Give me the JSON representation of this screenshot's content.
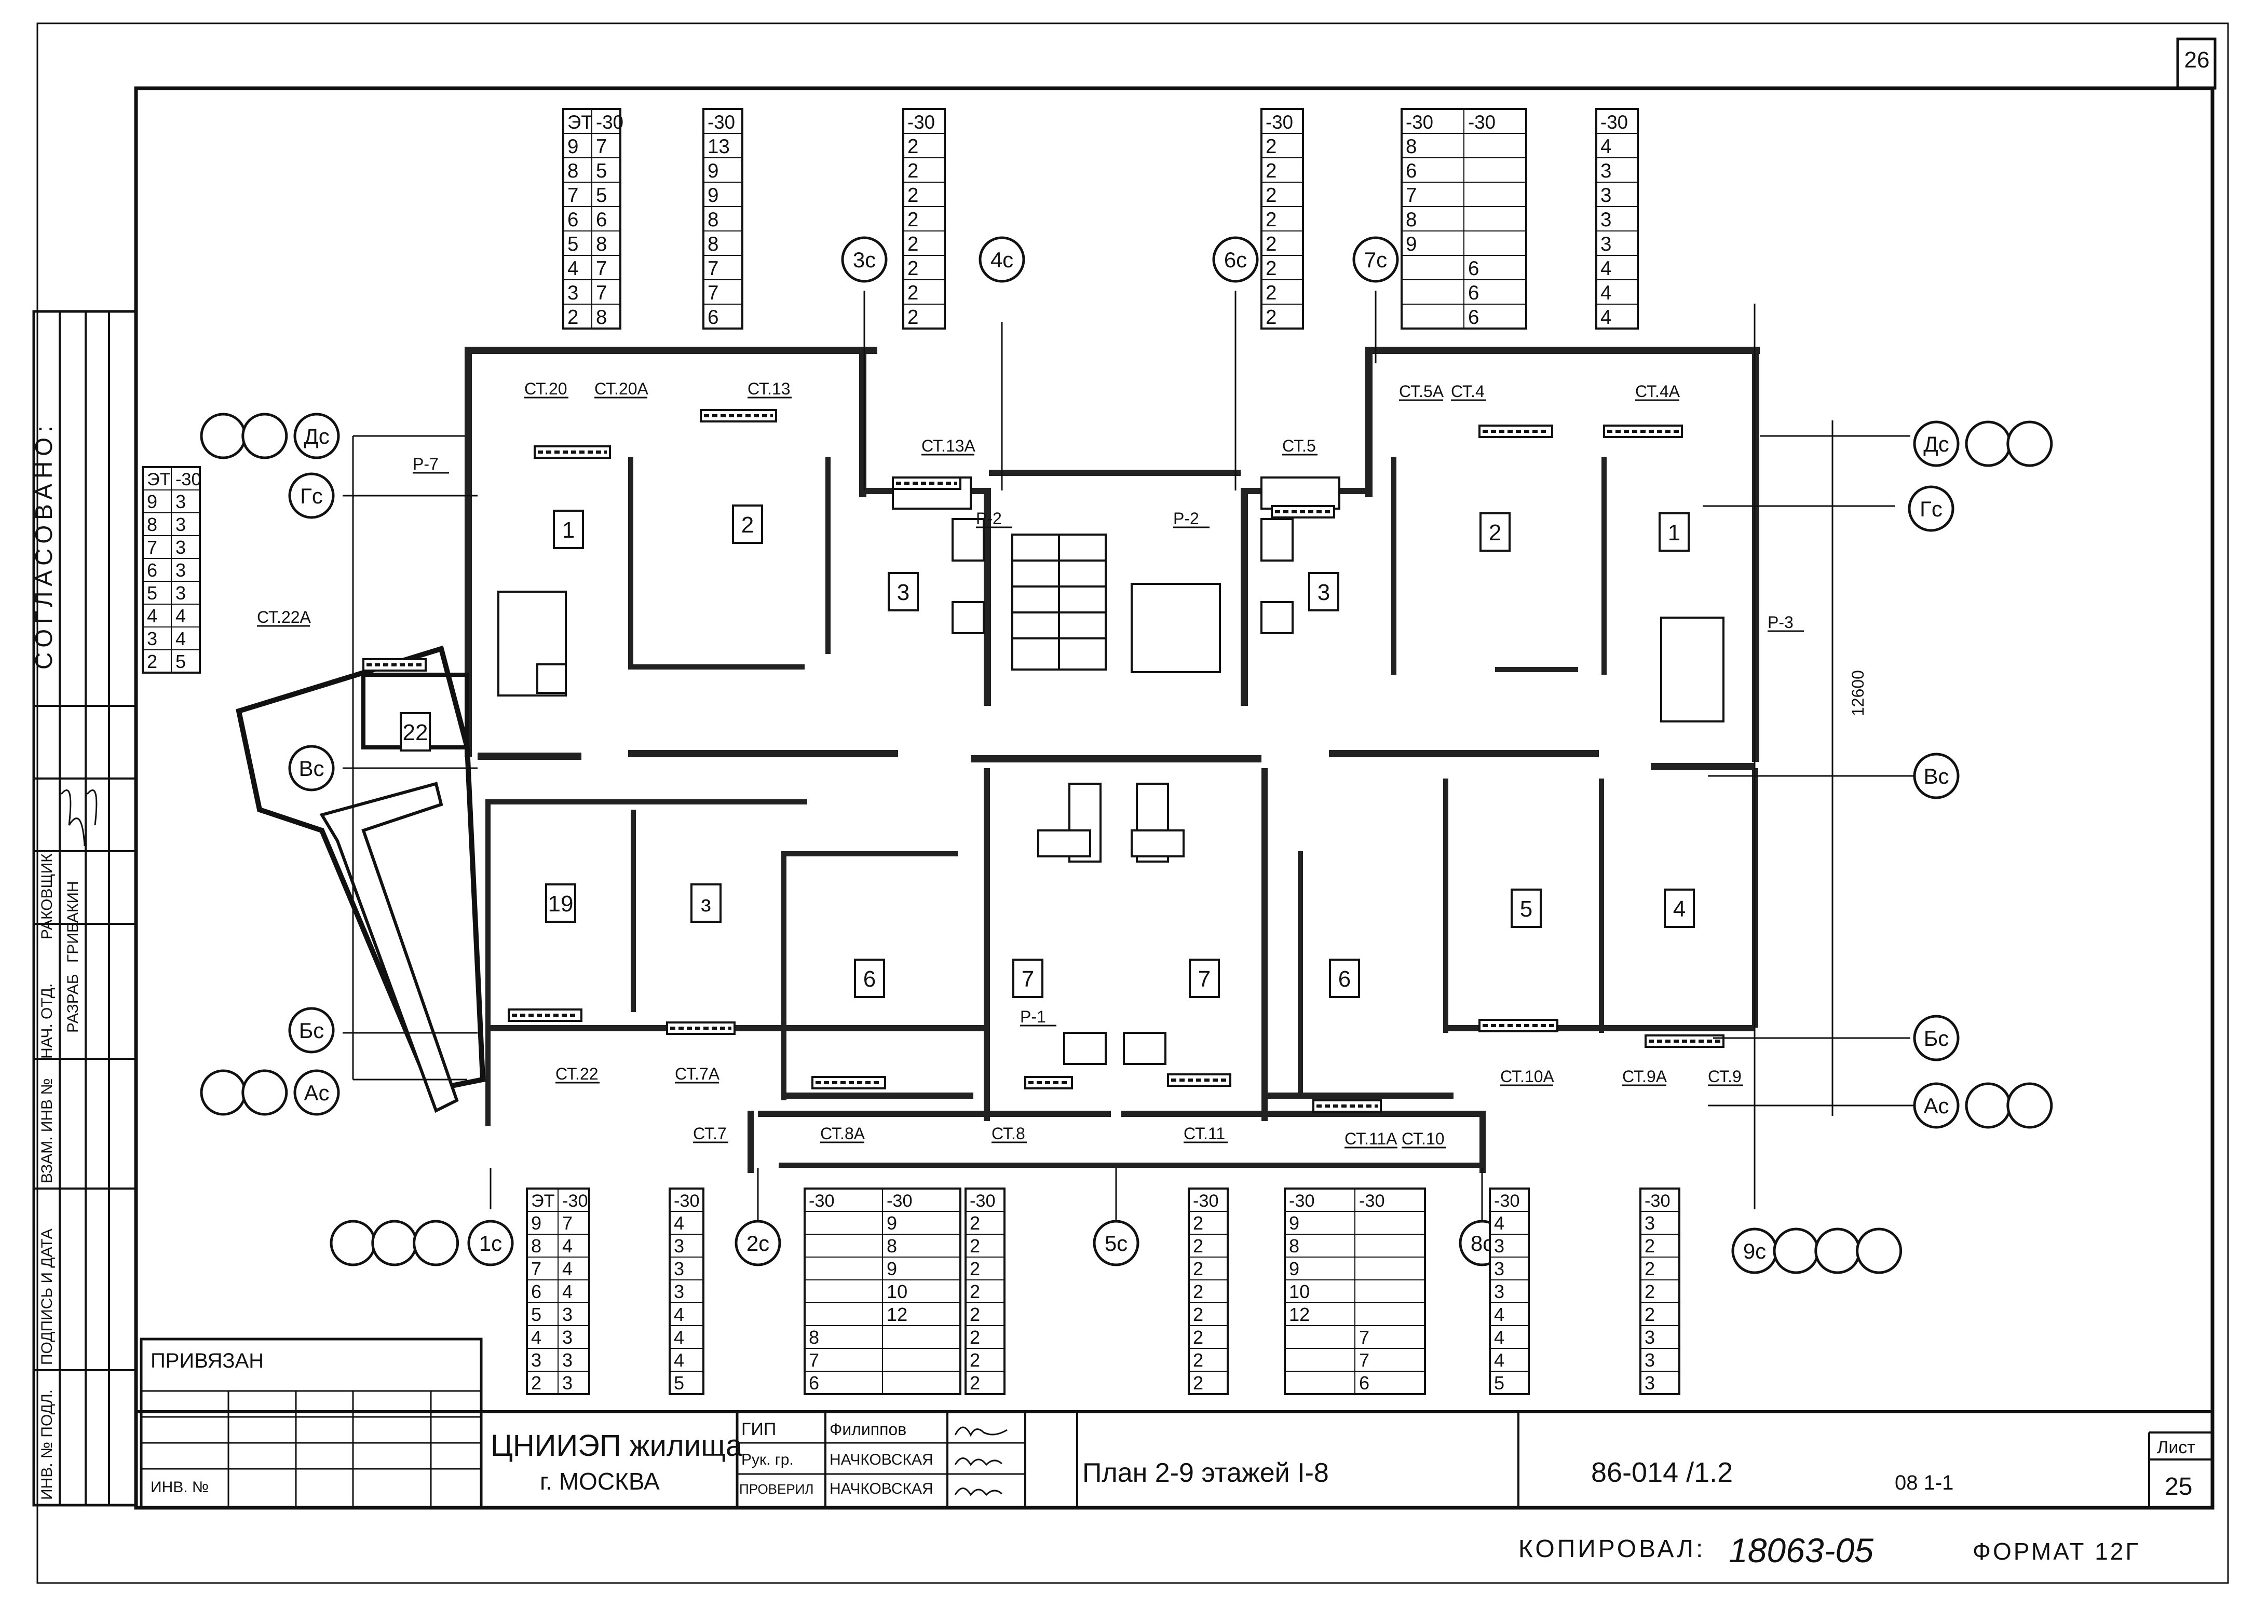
{
  "sheet": {
    "corner_number": "26",
    "approved_label": "СОГЛАСОВАНО:",
    "left_strip": {
      "nach_otd": "НАЧ. ОТД.",
      "nach_name": "РАКОВЩИК",
      "razrab": "РАЗРАБ",
      "razrab_name": "ГРИБАКИН",
      "vzam": "ВЗАМ. ИНВ №",
      "podpis": "ПОДПИСЬ И ДАТА",
      "inv_podl": "ИНВ. № ПОДЛ."
    },
    "privyazan": "ПРИВЯЗАН",
    "inv_no": "ИНВ. №"
  },
  "title_block": {
    "org": "ЦНИИЭП жилища",
    "city": "г. МОСКВА",
    "roles": [
      {
        "role": "ГИП",
        "name": "Филиппов"
      },
      {
        "role": "Рук. гр.",
        "name": "НАЧКОВСКАЯ"
      },
      {
        "role": "ПРОВЕРИЛ",
        "name": "НАЧКОВСКАЯ"
      }
    ],
    "drawing_title": "План 2-9 этажей I-8",
    "code": "86-014 /1.2",
    "sub_code": "08 1-1",
    "sheet_label": "Лист",
    "sheet_number": "25",
    "copied_label": "КОПИРОВАЛ:",
    "copied_value": "18063-05",
    "format_label": "ФОРМАТ 12Г"
  },
  "plan": {
    "dimension": "12600",
    "axes": {
      "top": [
        "3с",
        "4с",
        "6с",
        "7с"
      ],
      "bottom": [
        "1с",
        "2с",
        "5с",
        "8с",
        "9с"
      ],
      "left": [
        "Дс",
        "Гс",
        "Вс",
        "Бс",
        "Ас"
      ],
      "right": [
        "Дс",
        "Гс",
        "Вс",
        "Бс",
        "Ас"
      ]
    },
    "rooms": [
      "1",
      "2",
      "3",
      "3",
      "2",
      "1",
      "22",
      "19",
      "ɜ",
      "6",
      "7",
      "7",
      "6",
      "5",
      "4"
    ],
    "risers": [
      "СТ.20",
      "СТ.20А",
      "СТ.13",
      "СТ.13А",
      "СТ.5",
      "СТ.5А",
      "СТ.4",
      "СТ.4А",
      "СТ.22А",
      "СТ.22",
      "СТ.7А",
      "СТ.7",
      "СТ.8А",
      "СТ.8",
      "СТ.11",
      "СТ.11А",
      "СТ.10",
      "СТ.10А",
      "СТ.9А",
      "СТ.9"
    ],
    "tags": [
      "Р-7",
      "Р-2",
      "Р-2",
      "Р-3",
      "Р-1"
    ]
  },
  "tables": {
    "top": [
      {
        "header": [
          "ЭТ",
          "-30"
        ],
        "rows": [
          [
            "9",
            "7"
          ],
          [
            "8",
            "5"
          ],
          [
            "7",
            "5"
          ],
          [
            "6",
            "6"
          ],
          [
            "5",
            "8"
          ],
          [
            "4",
            "7"
          ],
          [
            "3",
            "7"
          ],
          [
            "2",
            "8"
          ]
        ]
      },
      {
        "header": [
          "-30"
        ],
        "rows": [
          [
            "13"
          ],
          [
            "9"
          ],
          [
            "9"
          ],
          [
            "8"
          ],
          [
            "8"
          ],
          [
            "7"
          ],
          [
            "7"
          ],
          [
            "6"
          ]
        ]
      },
      {
        "header": [
          "-30"
        ],
        "rows": [
          [
            "2"
          ],
          [
            "2"
          ],
          [
            "2"
          ],
          [
            "2"
          ],
          [
            "2"
          ],
          [
            "2"
          ],
          [
            "2"
          ],
          [
            "2"
          ]
        ]
      },
      {
        "header": [
          "-30"
        ],
        "rows": [
          [
            "2"
          ],
          [
            "2"
          ],
          [
            "2"
          ],
          [
            "2"
          ],
          [
            "2"
          ],
          [
            "2"
          ],
          [
            "2"
          ],
          [
            "2"
          ]
        ]
      },
      {
        "header": [
          "-30",
          "-30"
        ],
        "rows": [
          [
            "8",
            ""
          ],
          [
            "6",
            ""
          ],
          [
            "7",
            ""
          ],
          [
            "8",
            ""
          ],
          [
            "9",
            ""
          ],
          [
            "",
            "6"
          ],
          [
            "",
            "6"
          ],
          [
            "",
            "6"
          ]
        ]
      },
      {
        "header": [
          "-30"
        ],
        "rows": [
          [
            "4"
          ],
          [
            "3"
          ],
          [
            "3"
          ],
          [
            "3"
          ],
          [
            "3"
          ],
          [
            "4"
          ],
          [
            "4"
          ],
          [
            "4"
          ]
        ]
      }
    ],
    "left": {
      "header": [
        "ЭТ",
        "-30"
      ],
      "rows": [
        [
          "9",
          "3"
        ],
        [
          "8",
          "3"
        ],
        [
          "7",
          "3"
        ],
        [
          "6",
          "3"
        ],
        [
          "5",
          "3"
        ],
        [
          "4",
          "4"
        ],
        [
          "3",
          "4"
        ],
        [
          "2",
          "5"
        ]
      ]
    },
    "bottom": [
      {
        "header": [
          "ЭТ",
          "-30"
        ],
        "rows": [
          [
            "9",
            "7"
          ],
          [
            "8",
            "4"
          ],
          [
            "7",
            "4"
          ],
          [
            "6",
            "4"
          ],
          [
            "5",
            "3"
          ],
          [
            "4",
            "3"
          ],
          [
            "3",
            "3"
          ],
          [
            "2",
            "3"
          ]
        ]
      },
      {
        "header": [
          "-30"
        ],
        "rows": [
          [
            "4"
          ],
          [
            "3"
          ],
          [
            "3"
          ],
          [
            "3"
          ],
          [
            "4"
          ],
          [
            "4"
          ],
          [
            "4"
          ],
          [
            "5"
          ]
        ]
      },
      {
        "header": [
          "-30",
          "-30"
        ],
        "rows": [
          [
            "",
            "9"
          ],
          [
            "",
            "8"
          ],
          [
            "",
            "9"
          ],
          [
            "",
            "10"
          ],
          [
            "",
            "12"
          ],
          [
            "8",
            ""
          ],
          [
            "7",
            ""
          ],
          [
            "6",
            ""
          ]
        ]
      },
      {
        "header": [
          "-30"
        ],
        "rows": [
          [
            "2"
          ],
          [
            "2"
          ],
          [
            "2"
          ],
          [
            "2"
          ],
          [
            "2"
          ],
          [
            "2"
          ],
          [
            "2"
          ],
          [
            "2"
          ]
        ]
      },
      {
        "header": [
          "-30"
        ],
        "rows": [
          [
            "2"
          ],
          [
            "2"
          ],
          [
            "2"
          ],
          [
            "2"
          ],
          [
            "2"
          ],
          [
            "2"
          ],
          [
            "2"
          ],
          [
            "2"
          ]
        ]
      },
      {
        "header": [
          "-30",
          "-30"
        ],
        "rows": [
          [
            "9",
            ""
          ],
          [
            "8",
            ""
          ],
          [
            "9",
            ""
          ],
          [
            "10",
            ""
          ],
          [
            "12",
            ""
          ],
          [
            "",
            "7"
          ],
          [
            "",
            "7"
          ],
          [
            "",
            "6"
          ]
        ]
      },
      {
        "header": [
          "-30"
        ],
        "rows": [
          [
            "4"
          ],
          [
            "3"
          ],
          [
            "3"
          ],
          [
            "3"
          ],
          [
            "4"
          ],
          [
            "4"
          ],
          [
            "4"
          ],
          [
            "5"
          ]
        ]
      },
      {
        "header": [
          "-30"
        ],
        "rows": [
          [
            "3"
          ],
          [
            "2"
          ],
          [
            "2"
          ],
          [
            "2"
          ],
          [
            "2"
          ],
          [
            "3"
          ],
          [
            "3"
          ],
          [
            "3"
          ]
        ]
      }
    ]
  }
}
